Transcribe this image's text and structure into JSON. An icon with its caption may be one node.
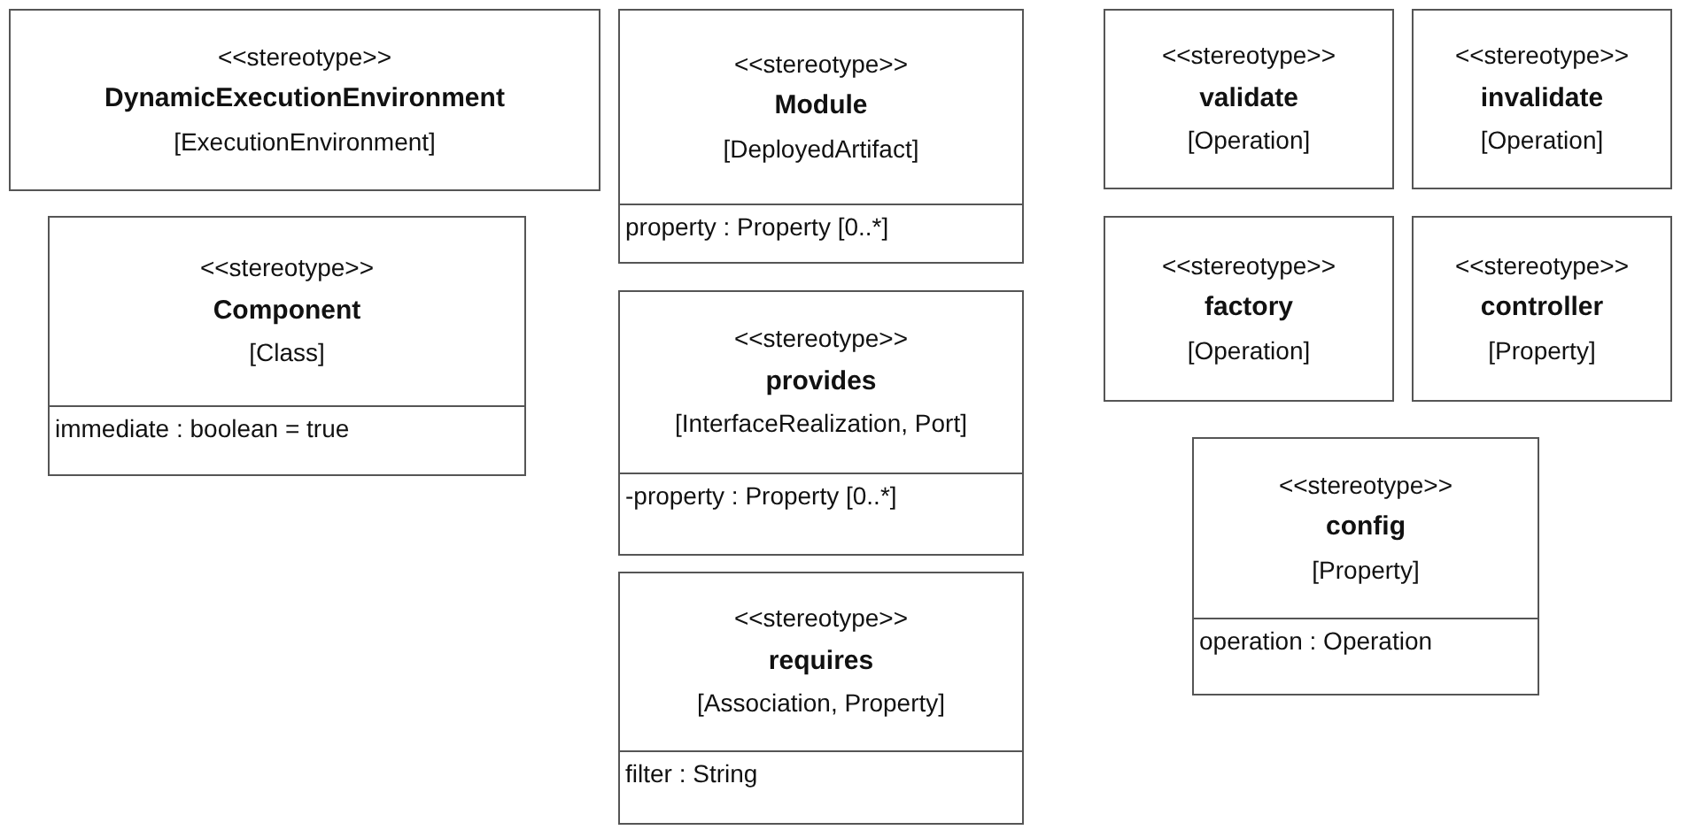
{
  "diagram": {
    "nodes": [
      {
        "text": [
          "<<stereotype>>",
          "DynamicExecutionEnvironment",
          "[ExecutionEnvironment]"
        ]
      },
      {
        "text": [
          "<<stereotype>>",
          "Component",
          "[Class]",
          "immediate : boolean = true"
        ]
      },
      {
        "text": [
          "<<stereotype>>",
          "Module",
          "[DeployedArtifact]",
          "property : Property [0..*]"
        ]
      },
      {
        "text": [
          "<<stereotype>>",
          "provides",
          "[InterfaceRealization, Port]",
          "-property : Property [0..*]"
        ]
      },
      {
        "text": [
          "<<stereotype>>",
          "requires",
          "[Association, Property]",
          "filter : String"
        ]
      },
      {
        "text": [
          "<<stereotype>>",
          "validate",
          "[Operation]"
        ]
      },
      {
        "text": [
          "<<stereotype>>",
          "invalidate",
          "[Operation]"
        ]
      },
      {
        "text": [
          "<<stereotype>>",
          "factory",
          "[Operation]"
        ]
      },
      {
        "text": [
          "<<stereotype>>",
          "controller",
          "[Property]"
        ]
      },
      {
        "text": [
          "<<stereotype>>",
          "config",
          "[Property]",
          "operation : Operation"
        ]
      }
    ]
  }
}
